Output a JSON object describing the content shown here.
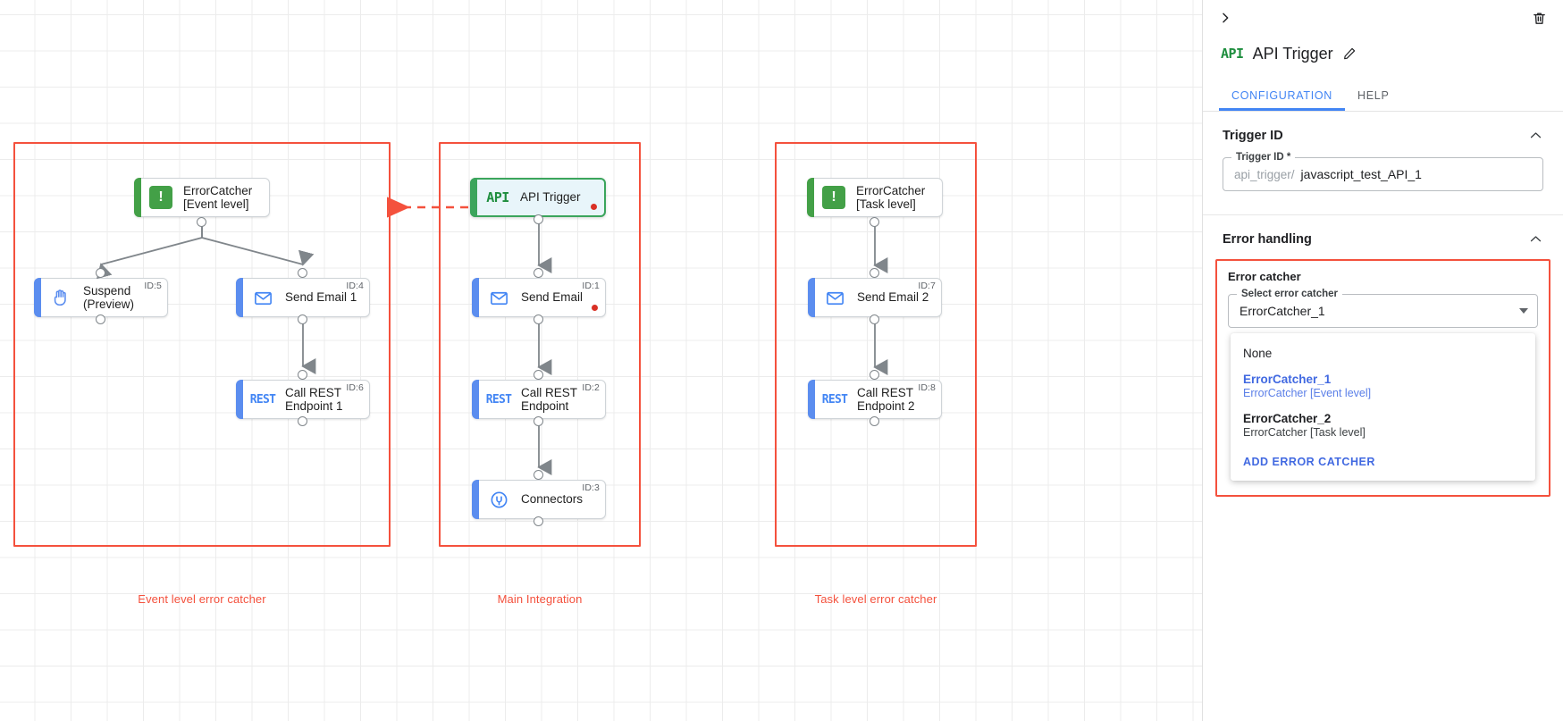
{
  "canvas": {
    "groups": [
      {
        "caption": "Event level error catcher"
      },
      {
        "caption": "Main Integration"
      },
      {
        "caption": "Task level error catcher"
      }
    ],
    "nodes": [
      {
        "label": "ErrorCatcher\n[Event level]",
        "icon": "error-catcher-icon",
        "id_label": "",
        "dot": false
      },
      {
        "label": "Suspend\n(Preview)",
        "icon": "hand-icon",
        "id_label": "ID:5",
        "dot": false
      },
      {
        "label": "Send Email 1",
        "icon": "envelope-icon",
        "id_label": "ID:4",
        "dot": false
      },
      {
        "label": "Call REST\nEndpoint 1",
        "icon": "rest-icon",
        "id_label": "ID:6",
        "dot": false
      },
      {
        "label": "API Trigger",
        "icon": "api-icon",
        "id_label": "",
        "dot": true
      },
      {
        "label": "Send Email",
        "icon": "envelope-icon",
        "id_label": "ID:1",
        "dot": true
      },
      {
        "label": "Call REST\nEndpoint",
        "icon": "rest-icon",
        "id_label": "ID:2",
        "dot": false
      },
      {
        "label": "Connectors",
        "icon": "connectors-icon",
        "id_label": "ID:3",
        "dot": false
      },
      {
        "label": "ErrorCatcher\n[Task level]",
        "icon": "error-catcher-icon",
        "id_label": "",
        "dot": false
      },
      {
        "label": "Send Email 2",
        "icon": "envelope-icon",
        "id_label": "ID:7",
        "dot": false
      },
      {
        "label": "Call REST\nEndpoint 2",
        "icon": "rest-icon",
        "id_label": "ID:8",
        "dot": false
      }
    ]
  },
  "panel": {
    "icon_text": "API",
    "title": "API Trigger",
    "tabs": [
      {
        "label": "CONFIGURATION",
        "active": true
      },
      {
        "label": "HELP",
        "active": false
      }
    ],
    "trigger_section": {
      "heading": "Trigger ID",
      "field_legend": "Trigger ID *",
      "prefix": "api_trigger/",
      "value": "javascript_test_API_1"
    },
    "error_section": {
      "heading": "Error handling",
      "error_catcher_label": "Error catcher",
      "select_legend": "Select error catcher",
      "selected_value": "ErrorCatcher_1",
      "options": [
        {
          "main": "None",
          "sub": "",
          "selected": false
        },
        {
          "main": "ErrorCatcher_1",
          "sub": "ErrorCatcher [Event level]",
          "selected": true
        },
        {
          "main": "ErrorCatcher_2",
          "sub": "ErrorCatcher [Task level]",
          "selected": false
        }
      ],
      "add_action": "ADD ERROR CATCHER"
    }
  },
  "colors": {
    "accent_blue": "#4285f4",
    "group_red": "#f4513d",
    "node_green": "#43a047",
    "node_blue": "#5b8def",
    "status_dot": "#d93025"
  }
}
